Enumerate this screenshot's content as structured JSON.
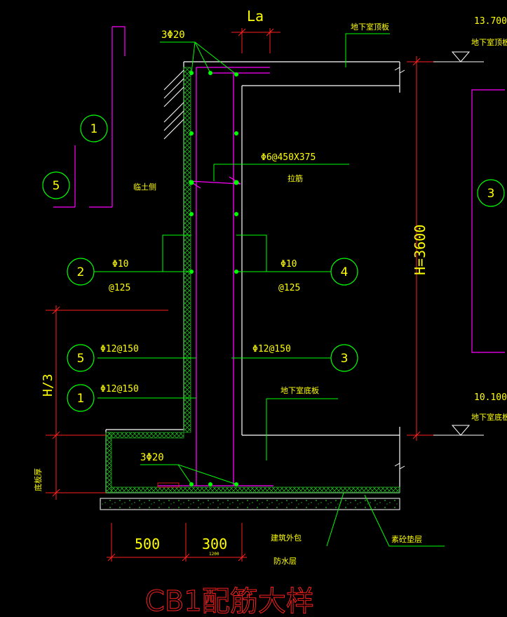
{
  "title": "CB1配筋大样",
  "dims": {
    "la": "La",
    "h": "H=3600",
    "h3": "H/3",
    "base_thickness": "底板厚",
    "w500": "500",
    "w300": "300",
    "w1200": "1200"
  },
  "levels": {
    "top_value": "13.700",
    "top_label": "地下室顶板",
    "bottom_value": "10.100",
    "bottom_label": "地下室底板"
  },
  "labels": {
    "top_slab": "地下室顶板",
    "bottom_slab": "地下室底板",
    "soil_side": "临土侧",
    "tie": "拉筋",
    "waterproof_1": "建筑外包",
    "waterproof_2": "防水层",
    "cushion": "素砼垫层"
  },
  "rebar": {
    "top_bars": "3Φ20",
    "bottom_bars": "3Φ20",
    "tie_spec": "Φ6@450X375",
    "item2_size": "Φ10",
    "item2_spacing": "@125",
    "item4_size": "Φ10",
    "item4_spacing": "@125",
    "item5_spec": "Φ12@150",
    "item1_spec": "Φ12@150",
    "item3_spec": "Φ12@150"
  },
  "callouts": {
    "c1_top": "1",
    "c5_top": "5",
    "c3_right": "3",
    "c2": "2",
    "c4": "4",
    "c5": "5",
    "c3": "3",
    "c1": "1"
  },
  "colors": {
    "background": "#000000",
    "text": "#ffff00",
    "leader": "#00ff00",
    "rebar": "#ff00ff",
    "outline": "#ffffff",
    "dimension": "#ff2020",
    "title": "#ff2020"
  }
}
